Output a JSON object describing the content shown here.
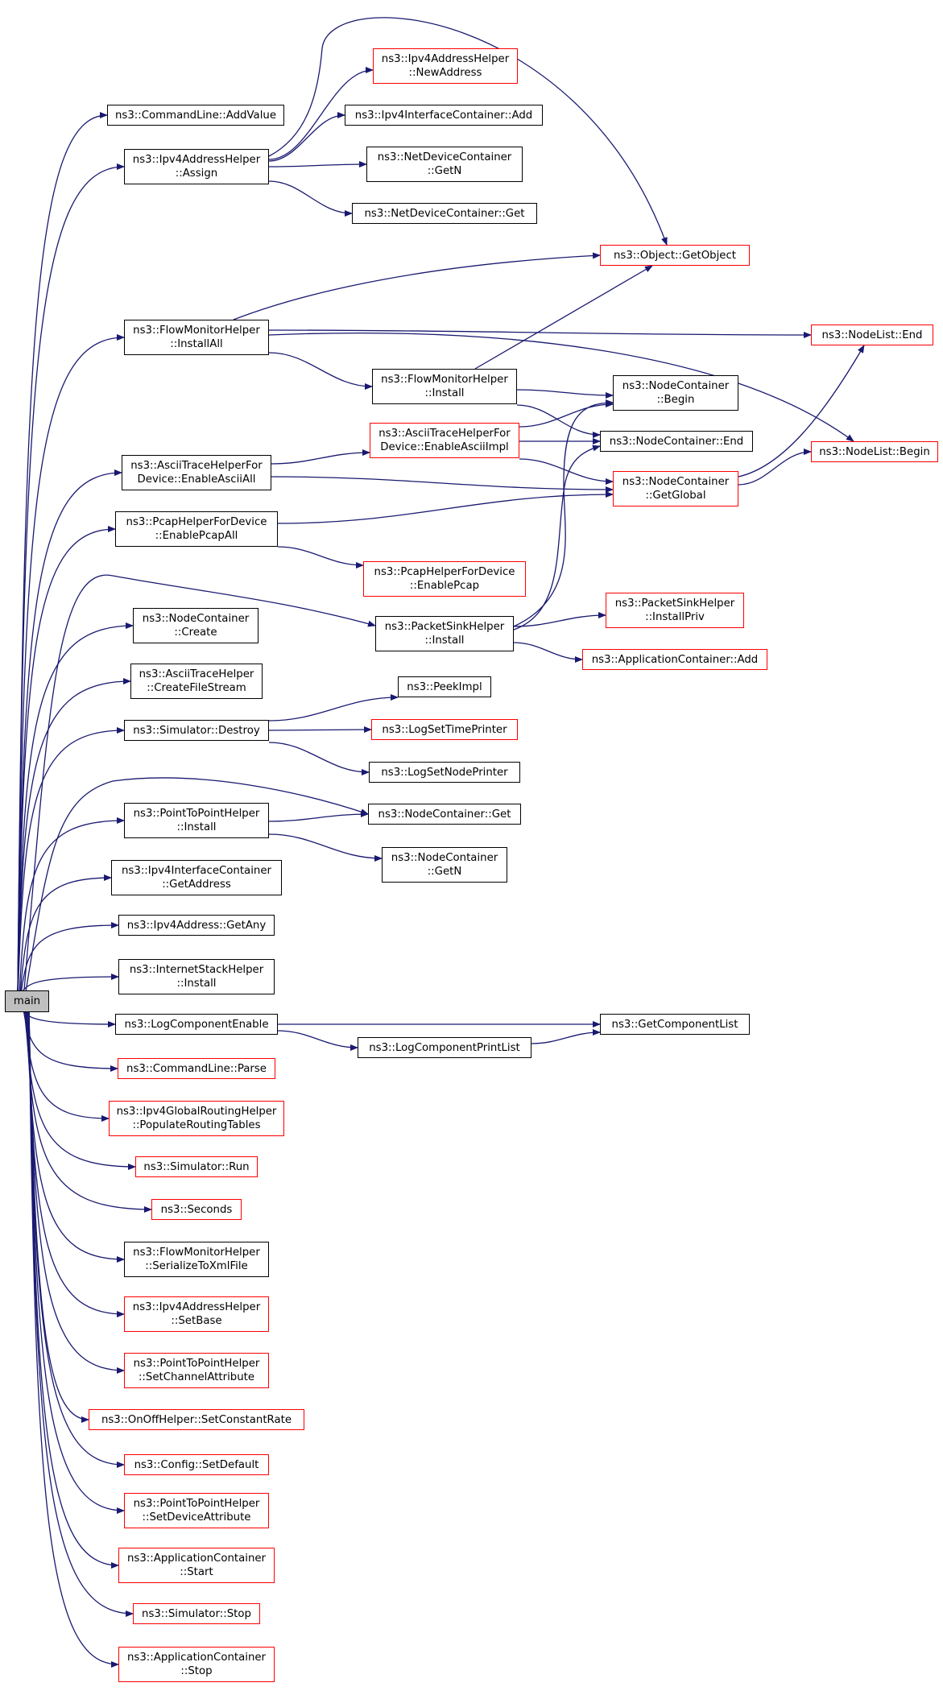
{
  "colors": {
    "edge": "#191970",
    "box_border": "#000000",
    "ref_border": "#ff0000",
    "root_fill": "#bfbfbf"
  },
  "nodes": [
    {
      "id": "main",
      "lines": [
        "main"
      ],
      "style": "root"
    },
    {
      "id": "addvalue",
      "lines": [
        "ns3::CommandLine::AddValue"
      ],
      "style": "black"
    },
    {
      "id": "assign",
      "lines": [
        "ns3::Ipv4AddressHelper",
        "::Assign"
      ],
      "style": "black"
    },
    {
      "id": "newaddr",
      "lines": [
        "ns3::Ipv4AddressHelper",
        "::NewAddress"
      ],
      "style": "red"
    },
    {
      "id": "ifcadd",
      "lines": [
        "ns3::Ipv4InterfaceContainer::Add"
      ],
      "style": "black"
    },
    {
      "id": "ndcgetn",
      "lines": [
        "ns3::NetDeviceContainer",
        "::GetN"
      ],
      "style": "black"
    },
    {
      "id": "ndcget",
      "lines": [
        "ns3::NetDeviceContainer::Get"
      ],
      "style": "black"
    },
    {
      "id": "getobject",
      "lines": [
        "ns3::Object::GetObject"
      ],
      "style": "red"
    },
    {
      "id": "installall",
      "lines": [
        "ns3::FlowMonitorHelper",
        "::InstallAll"
      ],
      "style": "black"
    },
    {
      "id": "nlend",
      "lines": [
        "ns3::NodeList::End"
      ],
      "style": "red"
    },
    {
      "id": "fmhinstall",
      "lines": [
        "ns3::FlowMonitorHelper",
        "::Install"
      ],
      "style": "black"
    },
    {
      "id": "ncbegin",
      "lines": [
        "ns3::NodeContainer",
        "::Begin"
      ],
      "style": "black"
    },
    {
      "id": "nlbegin",
      "lines": [
        "ns3::NodeList::Begin"
      ],
      "style": "red"
    },
    {
      "id": "asciiall",
      "lines": [
        "ns3::AsciiTraceHelperFor",
        "Device::EnableAsciiAll"
      ],
      "style": "black"
    },
    {
      "id": "asciiimpl",
      "lines": [
        "ns3::AsciiTraceHelperFor",
        "Device::EnableAsciiImpl"
      ],
      "style": "red"
    },
    {
      "id": "ncend",
      "lines": [
        "ns3::NodeContainer::End"
      ],
      "style": "black"
    },
    {
      "id": "ncglobal",
      "lines": [
        "ns3::NodeContainer",
        "::GetGlobal"
      ],
      "style": "red"
    },
    {
      "id": "pcapall",
      "lines": [
        "ns3::PcapHelperForDevice",
        "::EnablePcapAll"
      ],
      "style": "black"
    },
    {
      "id": "enablepcap",
      "lines": [
        "ns3::PcapHelperForDevice",
        "::EnablePcap"
      ],
      "style": "red"
    },
    {
      "id": "ncreate",
      "lines": [
        "ns3::NodeContainer",
        "::Create"
      ],
      "style": "black"
    },
    {
      "id": "pshinstall",
      "lines": [
        "ns3::PacketSinkHelper",
        "::Install"
      ],
      "style": "black"
    },
    {
      "id": "pshpriv",
      "lines": [
        "ns3::PacketSinkHelper",
        "::InstallPriv"
      ],
      "style": "red"
    },
    {
      "id": "appadd",
      "lines": [
        "ns3::ApplicationContainer::Add"
      ],
      "style": "red"
    },
    {
      "id": "cfs",
      "lines": [
        "ns3::AsciiTraceHelper",
        "::CreateFileStream"
      ],
      "style": "black"
    },
    {
      "id": "peek",
      "lines": [
        "ns3::PeekImpl"
      ],
      "style": "black"
    },
    {
      "id": "destroy",
      "lines": [
        "ns3::Simulator::Destroy"
      ],
      "style": "black"
    },
    {
      "id": "logtime",
      "lines": [
        "ns3::LogSetTimePrinter"
      ],
      "style": "red"
    },
    {
      "id": "lognode",
      "lines": [
        "ns3::LogSetNodePrinter"
      ],
      "style": "black"
    },
    {
      "id": "p2pinstall",
      "lines": [
        "ns3::PointToPointHelper",
        "::Install"
      ],
      "style": "black"
    },
    {
      "id": "ncget",
      "lines": [
        "ns3::NodeContainer::Get"
      ],
      "style": "black"
    },
    {
      "id": "ncgetn",
      "lines": [
        "ns3::NodeContainer",
        "::GetN"
      ],
      "style": "black"
    },
    {
      "id": "getaddress",
      "lines": [
        "ns3::Ipv4InterfaceContainer",
        "::GetAddress"
      ],
      "style": "black"
    },
    {
      "id": "getany",
      "lines": [
        "ns3::Ipv4Address::GetAny"
      ],
      "style": "black"
    },
    {
      "id": "ishinstall",
      "lines": [
        "ns3::InternetStackHelper",
        "::Install"
      ],
      "style": "black"
    },
    {
      "id": "logenable",
      "lines": [
        "ns3::LogComponentEnable"
      ],
      "style": "black"
    },
    {
      "id": "getcomplist",
      "lines": [
        "ns3::GetComponentList"
      ],
      "style": "black"
    },
    {
      "id": "logprint",
      "lines": [
        "ns3::LogComponentPrintList"
      ],
      "style": "black"
    },
    {
      "id": "parse",
      "lines": [
        "ns3::CommandLine::Parse"
      ],
      "style": "red"
    },
    {
      "id": "populate",
      "lines": [
        "ns3::Ipv4GlobalRoutingHelper",
        "::PopulateRoutingTables"
      ],
      "style": "red"
    },
    {
      "id": "run",
      "lines": [
        "ns3::Simulator::Run"
      ],
      "style": "red"
    },
    {
      "id": "seconds",
      "lines": [
        "ns3::Seconds"
      ],
      "style": "red"
    },
    {
      "id": "serialize",
      "lines": [
        "ns3::FlowMonitorHelper",
        "::SerializeToXmlFile"
      ],
      "style": "black"
    },
    {
      "id": "setbase",
      "lines": [
        "ns3::Ipv4AddressHelper",
        "::SetBase"
      ],
      "style": "red"
    },
    {
      "id": "setchan",
      "lines": [
        "ns3::PointToPointHelper",
        "::SetChannelAttribute"
      ],
      "style": "red"
    },
    {
      "id": "setrate",
      "lines": [
        "ns3::OnOffHelper::SetConstantRate"
      ],
      "style": "red"
    },
    {
      "id": "setdefault",
      "lines": [
        "ns3::Config::SetDefault"
      ],
      "style": "red"
    },
    {
      "id": "setdev",
      "lines": [
        "ns3::PointToPointHelper",
        "::SetDeviceAttribute"
      ],
      "style": "red"
    },
    {
      "id": "appstart",
      "lines": [
        "ns3::ApplicationContainer",
        "::Start"
      ],
      "style": "red"
    },
    {
      "id": "simstop",
      "lines": [
        "ns3::Simulator::Stop"
      ],
      "style": "red"
    },
    {
      "id": "appstop",
      "lines": [
        "ns3::ApplicationContainer",
        "::Stop"
      ],
      "style": "red"
    }
  ]
}
